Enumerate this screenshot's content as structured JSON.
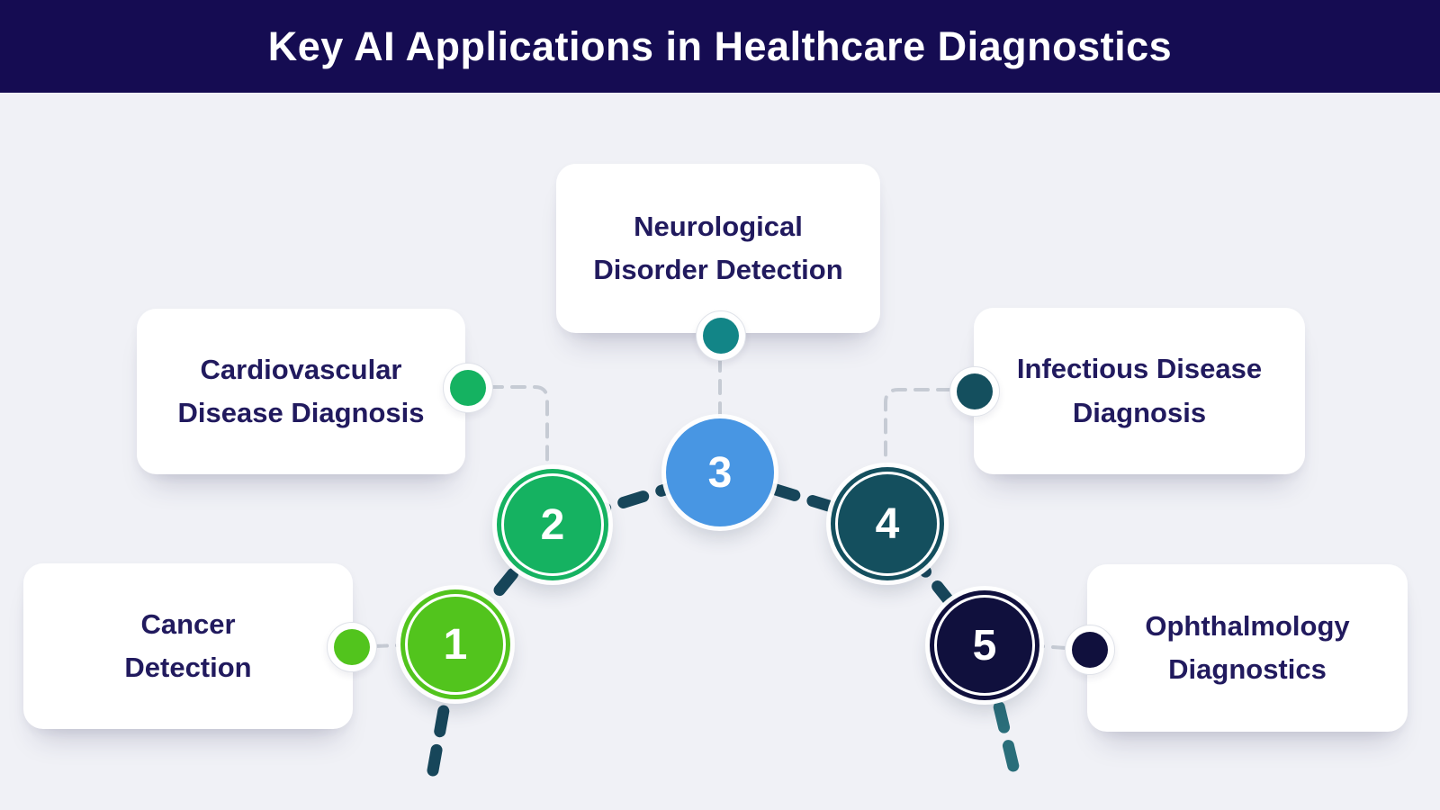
{
  "title": "Key AI Applications in Healthcare Diagnostics",
  "colors": {
    "header_bg": "#150c52",
    "header_text": "#ffffff",
    "canvas_bg": "#f0f1f6",
    "card_bg": "#ffffff",
    "card_text": "#211a5e",
    "number_text": "#ffffff",
    "arc_dash": "#17465a",
    "arc_tail_dash": "#2a6e7a",
    "guide_dash": "#c6cbd4"
  },
  "steps": [
    {
      "number": "1",
      "label_line1": "Cancer",
      "label_line2": "Detection",
      "circle_color": "#52c41d",
      "dot_color": "#52c41d"
    },
    {
      "number": "2",
      "label_line1": "Cardiovascular",
      "label_line2": "Disease Diagnosis",
      "circle_color": "#15b261",
      "dot_color": "#15b261"
    },
    {
      "number": "3",
      "label_line1": "Neurological",
      "label_line2": "Disorder Detection",
      "circle_color": "#4896e3",
      "dot_color": "#128587"
    },
    {
      "number": "4",
      "label_line1": "Infectious Disease",
      "label_line2": "Diagnosis",
      "circle_color": "#144f5e",
      "dot_color": "#144f5e"
    },
    {
      "number": "5",
      "label_line1": "Ophthalmology",
      "label_line2": "Diagnostics",
      "circle_color": "#10103d",
      "dot_color": "#10103d"
    }
  ]
}
